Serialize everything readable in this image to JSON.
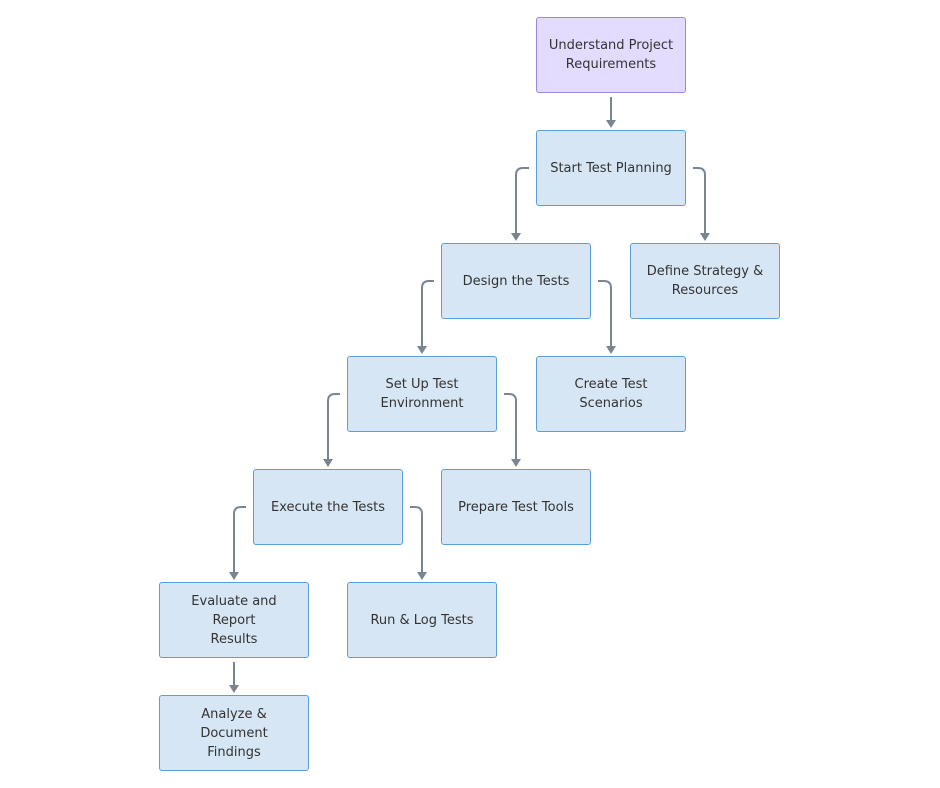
{
  "diagram": {
    "type": "flowchart-tree",
    "nodes": [
      {
        "id": "n1",
        "label": "Understand Project\nRequirements",
        "style": "start"
      },
      {
        "id": "n2",
        "label": "Start Test Planning",
        "style": "normal"
      },
      {
        "id": "n3",
        "label": "Design the Tests",
        "style": "normal"
      },
      {
        "id": "n4",
        "label": "Define Strategy &\nResources",
        "style": "normal"
      },
      {
        "id": "n5",
        "label": "Set Up Test\nEnvironment",
        "style": "normal"
      },
      {
        "id": "n6",
        "label": "Create Test\nScenarios",
        "style": "normal"
      },
      {
        "id": "n7",
        "label": "Execute the Tests",
        "style": "normal"
      },
      {
        "id": "n8",
        "label": "Prepare Test Tools",
        "style": "normal"
      },
      {
        "id": "n9",
        "label": "Evaluate and Report\nResults",
        "style": "normal"
      },
      {
        "id": "n10",
        "label": "Run & Log Tests",
        "style": "normal"
      },
      {
        "id": "n11",
        "label": "Analyze & Document\nFindings",
        "style": "normal"
      }
    ],
    "edges": [
      {
        "from": "n1",
        "to": "n2"
      },
      {
        "from": "n2",
        "to": "n3"
      },
      {
        "from": "n2",
        "to": "n4"
      },
      {
        "from": "n3",
        "to": "n5"
      },
      {
        "from": "n3",
        "to": "n6"
      },
      {
        "from": "n5",
        "to": "n7"
      },
      {
        "from": "n5",
        "to": "n8"
      },
      {
        "from": "n7",
        "to": "n9"
      },
      {
        "from": "n7",
        "to": "n10"
      },
      {
        "from": "n9",
        "to": "n11"
      }
    ],
    "colors": {
      "node_fill": "#d7e6f4",
      "node_border": "#5aa0d8",
      "start_fill": "#e4dcff",
      "start_border": "#9b86e8",
      "edge": "#7a8591",
      "text": "#333333"
    }
  }
}
